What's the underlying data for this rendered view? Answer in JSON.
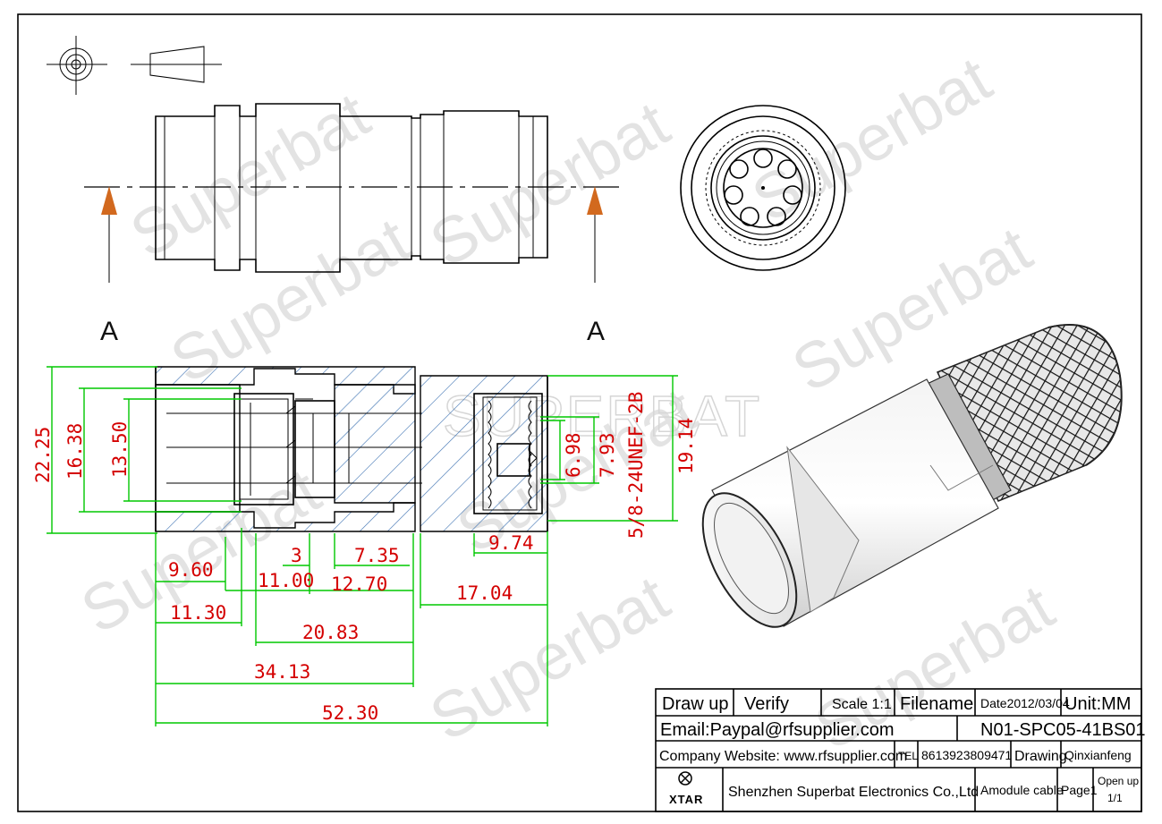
{
  "section": {
    "left_label": "A",
    "right_label": "A"
  },
  "watermarks": {
    "text": "Superbat",
    "brand_outline": "SUPERBAT"
  },
  "dimensions": {
    "d22_25": "22.25",
    "d16_38": "16.38",
    "d13_50": "13.50",
    "d6_98": "6.98",
    "d7_93": "7.93",
    "thread": "5/8-24UNEF-2B",
    "d19_14": "19.14",
    "d9_74": "9.74",
    "d3": "3",
    "d7_35": "7.35",
    "d9_60": "9.60",
    "d11_00": "11.00",
    "d12_70": "12.70",
    "d17_04": "17.04",
    "d11_30": "11.30",
    "d20_83": "20.83",
    "d34_13": "34.13",
    "d52_30": "52.30"
  },
  "title_block": {
    "draw_up": "Draw up",
    "verify": "Verify",
    "scale": "Scale 1:1",
    "filename": "Filename",
    "date": "Date2012/03/04",
    "unit": "Unit:MM",
    "email": "Email:Paypal@rfsupplier.com",
    "part_number": "N01-SPC05-41BS01",
    "website": "Company Website:  www.rfsupplier.com",
    "tel_label": "TEL",
    "tel": "8613923809471",
    "drawing_label": "Drawing",
    "drawer": "Qinxianfeng",
    "brand": "XTAR",
    "company": "Shenzhen Superbat Electronics Co.,Ltd",
    "product": "Amodule cable",
    "page": "Page1",
    "open_up": "Open up",
    "open_up_value": "1/1"
  },
  "colors": {
    "dimension_text": "#d40000",
    "dimension_line": "#00c800",
    "arrow": "#d2691e",
    "outline": "#000000"
  }
}
